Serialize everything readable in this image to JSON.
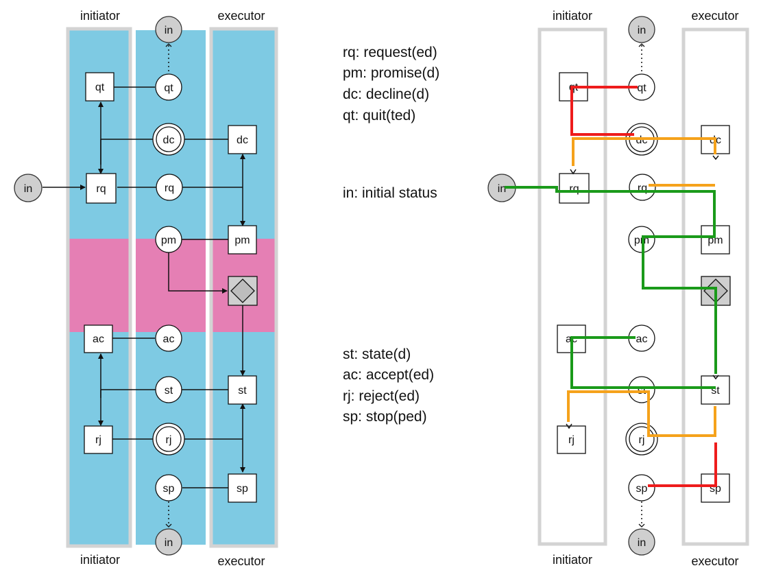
{
  "lanes": {
    "initiator": "initiator",
    "executor": "executor"
  },
  "nodes": {
    "in": "in",
    "qt": "qt",
    "dc": "dc",
    "rq": "rq",
    "pm": "pm",
    "ac": "ac",
    "st": "st",
    "rj": "rj",
    "sp": "sp"
  },
  "legend": {
    "rq": "rq: request(ed)",
    "pm": "pm: promise(d)",
    "dc": "dc: decline(d)",
    "qt": "qt: quit(ted)",
    "in": "in: initial status",
    "st": "st: state(d)",
    "ac": "ac: accept(ed)",
    "rj": "rj: reject(ed)",
    "sp": "sp: stop(ped)"
  },
  "colors": {
    "order_phase": "#7ecae3",
    "promise_phase": "#e57fb4",
    "lane_border": "#d3d3d3",
    "path_green": "#1a9a1a",
    "path_orange": "#f5a21b",
    "path_red": "#ee1c1c"
  }
}
